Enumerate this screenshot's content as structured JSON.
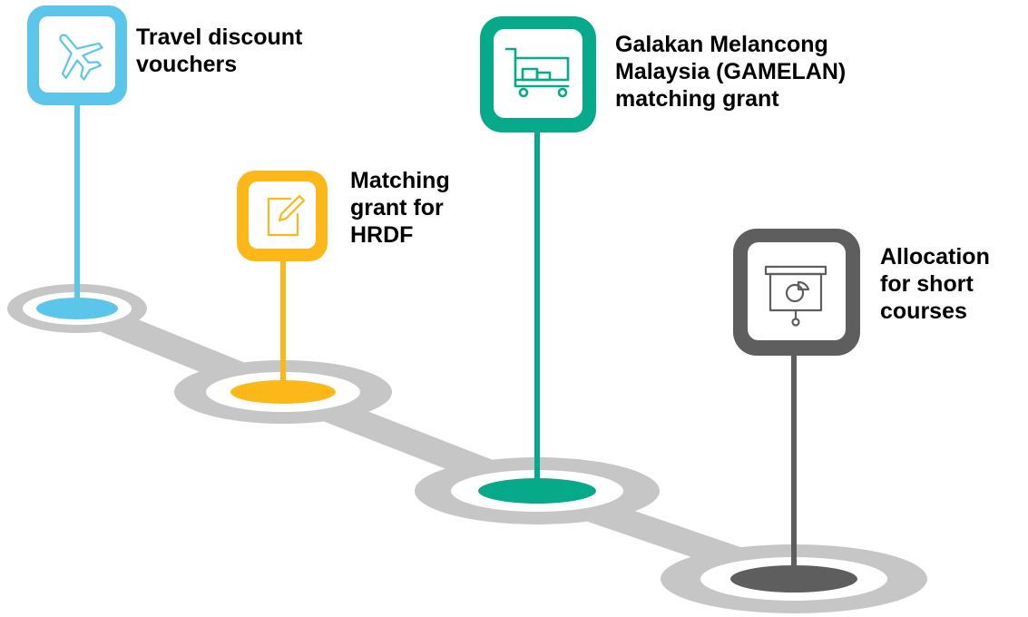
{
  "colors": {
    "road": "#c6c6c6",
    "ring_inner": "#ffffff",
    "icon_bg": "#ffffff"
  },
  "steps": [
    {
      "id": "travel",
      "lines": [
        "Travel discount",
        "vouchers"
      ],
      "icon": "airplane-icon",
      "color": "#5bc5ea"
    },
    {
      "id": "hrdf",
      "lines": [
        "Matching",
        "grant for",
        "HRDF"
      ],
      "icon": "edit-note-icon",
      "color": "#fbb818"
    },
    {
      "id": "gamelan",
      "lines": [
        "Galakan Melancong",
        "Malaysia (GAMELAN)",
        "matching grant"
      ],
      "icon": "shopping-cart-icon",
      "color": "#06a98a"
    },
    {
      "id": "courses",
      "lines": [
        "Allocation",
        "for short",
        "courses"
      ],
      "icon": "presentation-chart-icon",
      "color": "#5e5e5e"
    }
  ]
}
